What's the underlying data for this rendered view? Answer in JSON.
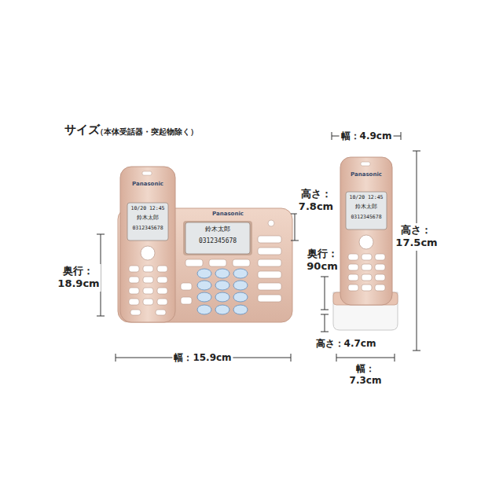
{
  "diagram": {
    "title": "サイズ",
    "labels": [
      "（本体受話器・突起物除く）",
      "奥行： 18.9cm",
      "幅：15.9cm",
      "高さ： 7.8cm",
      "幅：4.9cm",
      "高さ： 17.5cm",
      "奥行： 90cm",
      "高さ：4.7cm",
      "幅： 7.3cm",
      "Panasonic",
      "10/20 12:45",
      "鈴木太郎",
      "0312345678",
      "Panasonic",
      "鈴木太郎",
      "0312345678",
      "Panasonic",
      "10/20 12:45",
      "鈴木太郎",
      "0312345678"
    ]
  }
}
